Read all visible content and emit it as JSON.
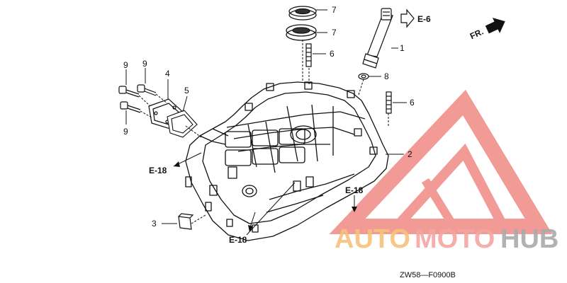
{
  "callouts": {
    "c1": "1",
    "c2": "2",
    "c3": "3",
    "c4": "4",
    "c5": "5",
    "c6a": "6",
    "c6b": "6",
    "c7a": "7",
    "c7b": "7",
    "c8": "8",
    "c9a": "9",
    "c9b": "9",
    "c9c": "9"
  },
  "refs": {
    "e6": "E-6",
    "e18_left": "E-18",
    "e18_right": "E-18",
    "e18_bottom": "E-18"
  },
  "direction": "FR.",
  "diagram_code": "ZW58—F0900B",
  "watermark": {
    "auto": "AUTO",
    "moto": "MOTO",
    "hub": "HUB",
    "colors": {
      "auto": "#f6c27a",
      "moto": "#f4a6a0",
      "hub": "#aaaaaa",
      "logo": "#f08a84"
    }
  }
}
